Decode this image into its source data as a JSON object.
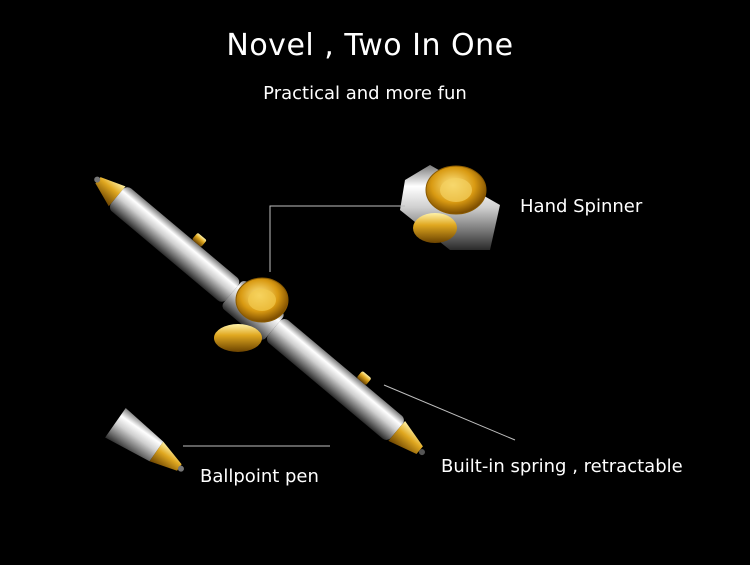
{
  "header": {
    "title": "Novel , Two In One",
    "subtitle": "Practical and more fun"
  },
  "callouts": {
    "hand_spinner": "Hand Spinner",
    "ballpoint_pen": "Ballpoint pen",
    "spring": "Built-in spring , retractable"
  },
  "colors": {
    "background": "#000000",
    "text": "#ffffff",
    "chrome": "#d9d9d9",
    "gold": "#d4a017",
    "leader_line": "#bfbfbf"
  }
}
